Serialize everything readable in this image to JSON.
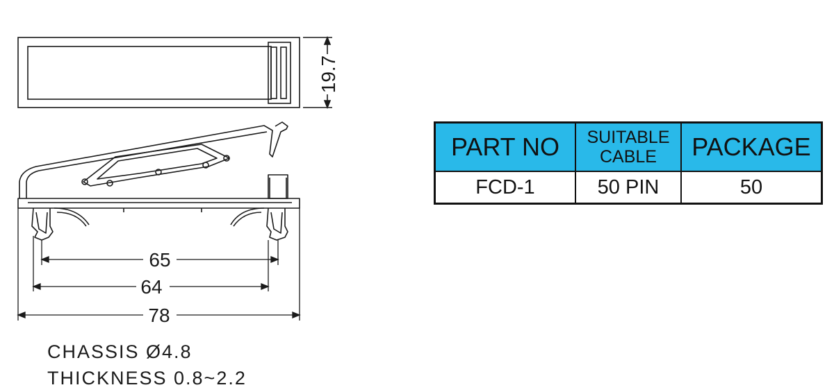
{
  "dimensions": {
    "height_top": "19.7",
    "width_inner": "65",
    "width_mid": "64",
    "width_total": "78"
  },
  "notes": {
    "chassis": "CHASSIS  Ø4.8",
    "thickness": "THICKNESS  0.8~2.2"
  },
  "table": {
    "headers": [
      "PART NO",
      "SUITABLE CABLE",
      "PACKAGE"
    ],
    "header_line1": "SUITABLE",
    "header_line2": "CABLE",
    "rows": [
      [
        "FCD-1",
        "50 PIN",
        "50"
      ]
    ]
  },
  "colors": {
    "header_bg": "#29b9e9",
    "line": "#1a1a1a"
  }
}
